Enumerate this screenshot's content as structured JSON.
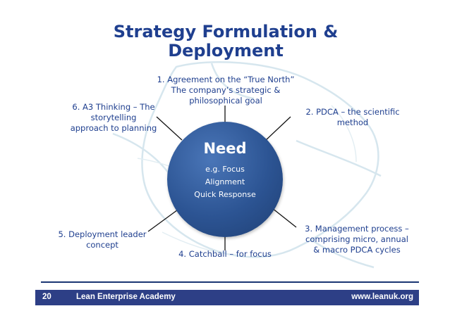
{
  "title": {
    "line1": "Strategy Formulation &",
    "line2": "Deployment"
  },
  "hub": {
    "heading": "Need",
    "lines": [
      "e.g. Focus",
      "Alignment",
      "Quick Response"
    ],
    "color": "#2c5493"
  },
  "spokes": [
    "1. Agreement on the “True North”\nThe company’s strategic &\nphilosophical goal",
    "2. PDCA – the scientific\nmethod",
    "3. Management process –\ncomprising micro, annual\n& macro PDCA cycles",
    "4. Catchball – for focus",
    "5. Deployment leader\nconcept",
    "6. A3 Thinking – The\nstorytelling\napproach to planning"
  ],
  "footer": {
    "page_number": "20",
    "organization": "Lean Enterprise Academy",
    "website": "www.leanuk.org",
    "bar_color": "#2d3f86"
  },
  "watermark_icon": "map-outline-icon",
  "accent_color": "#1f3f8f"
}
